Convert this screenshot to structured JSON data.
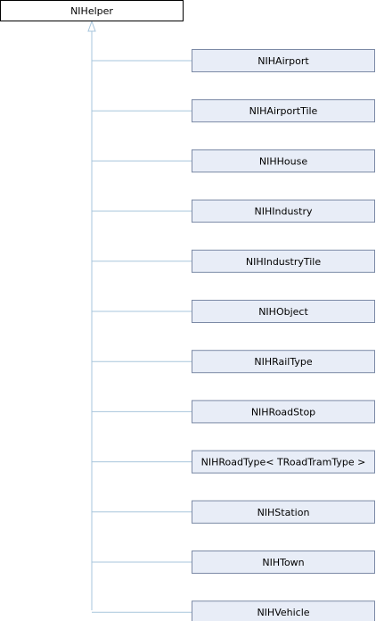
{
  "base_class": {
    "label": "NIHelper"
  },
  "subclasses": [
    {
      "label": "NIHAirport"
    },
    {
      "label": "NIHAirportTile"
    },
    {
      "label": "NIHHouse"
    },
    {
      "label": "NIHIndustry"
    },
    {
      "label": "NIHIndustryTile"
    },
    {
      "label": "NIHObject"
    },
    {
      "label": "NIHRailType"
    },
    {
      "label": "NIHRoadStop"
    },
    {
      "label": "NIHRoadType< TRoadTramType >"
    },
    {
      "label": "NIHStation"
    },
    {
      "label": "NIHTown"
    },
    {
      "label": "NIHVehicle"
    }
  ],
  "colors": {
    "edge": "#a7c5dc",
    "node_fill": "#e8edf7",
    "node_border": "#7c8aa6",
    "base_border": "#000000"
  }
}
